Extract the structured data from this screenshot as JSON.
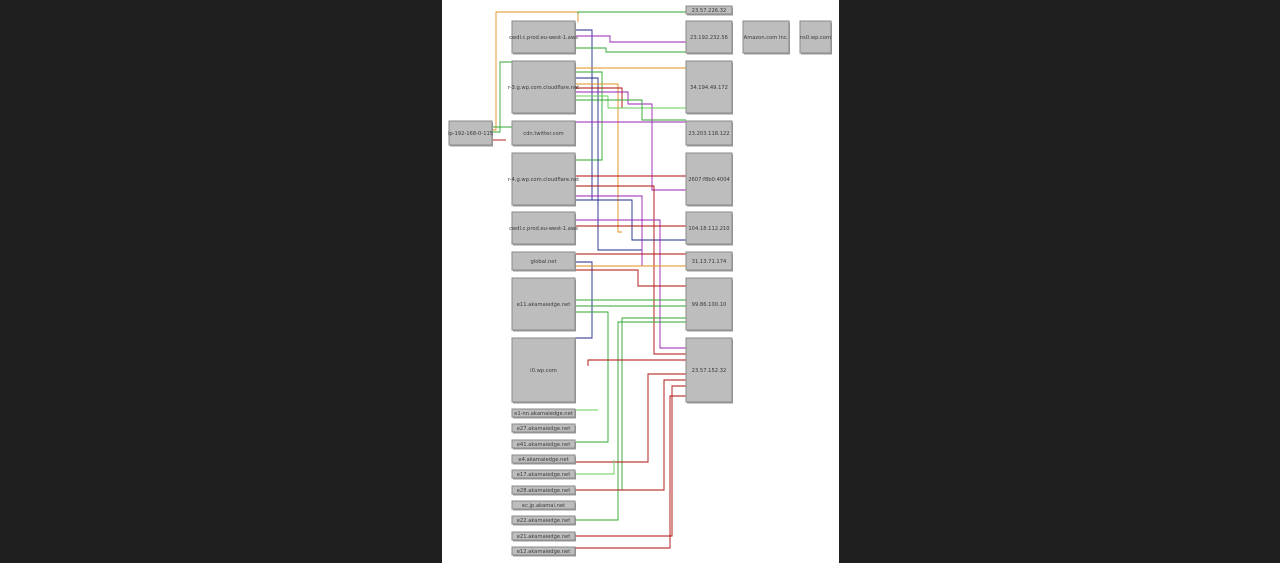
{
  "viewer": {
    "background": "#1f1f1f",
    "page_background": "#ffffff"
  },
  "diagram": {
    "type": "network-connection-graph",
    "source_host": "ip-192-168-0-115",
    "remote_endpoints": [
      "cwdl.c.prod.eu-west-1.aws",
      "r-3.g.wp.com.cloudflare.net",
      "cdn.twitter.com",
      "r-4.g.wp.com.cloudflare.net",
      "cwdl.c.prod.eu-west-1.aws",
      "global.net",
      "e11.akamaiedge.net",
      "i0.wp.com",
      "e1-nn.akamaiedge.net",
      "e27.akamaiedge.net",
      "e41.akamaiedge.net",
      "e4.akamaiedge.net",
      "e17.akamaiedge.net",
      "e28.akamaiedge.net",
      "ec.jp.akamai.net",
      "e22.akamaiedge.net",
      "e21.akamaiedge.net",
      "e12.akamaiedge.net"
    ],
    "resolved_addresses": [
      "23.192.232.56",
      "34.194.49.172",
      "23.203.118.122",
      "2607:f8b0:4004",
      "104.18.112.210",
      "31.13.71.174",
      "99.86.100.10",
      "23.57.152.32",
      "23.57.226.32"
    ],
    "extra_nodes": [
      "Amazon.com Inc.",
      "ns0.wp.com"
    ],
    "edge_colors": {
      "green": "#2fa52f",
      "darkred": "#b00b0b",
      "purple": "#9a1fb3",
      "orange": "#e0901c",
      "navy": "#1f2a8a",
      "lightgreen": "#66cc55",
      "black": "#111111"
    }
  }
}
